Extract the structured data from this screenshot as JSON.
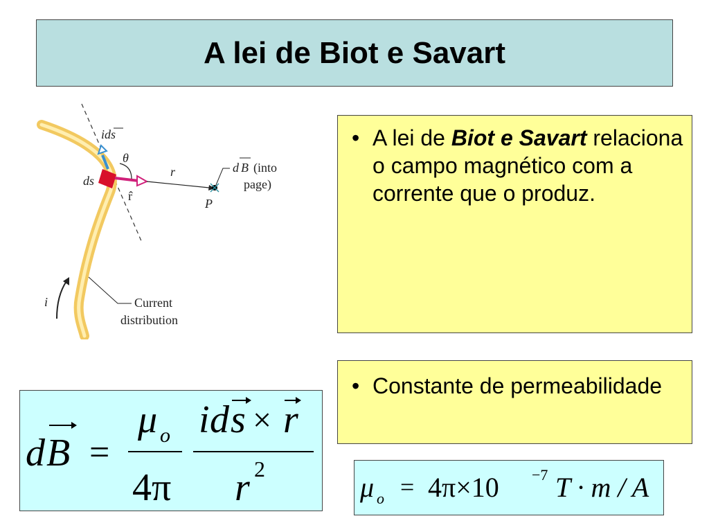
{
  "title": "A lei de Biot e Savart",
  "diagram": {
    "labels": {
      "ids": "ids",
      "theta": "θ",
      "ds": "ds",
      "r": "r",
      "rhat": "r̂",
      "dB_prefix": "d",
      "dB_B": "B",
      "into_page_1": "(into",
      "into_page_2": "page)",
      "P": "P",
      "i": "i",
      "current_1": "Current",
      "current_2": "distribution"
    }
  },
  "bullet1": {
    "bullet": "•",
    "text_before": "A lei de ",
    "emphasis": "Biot e Savart",
    "text_after": " relaciona o campo magnético com a corrente que o produz."
  },
  "bullet2": {
    "bullet": "•",
    "text": "Constante de permeabilidade"
  },
  "formula": {
    "lhs_d": "d",
    "lhs_B": "B",
    "equals": "=",
    "mu": "μ",
    "mu_sub": "o",
    "four_pi": "4π",
    "numerator_i": "i",
    "numerator_d": "d",
    "numerator_s": "s",
    "times": "×",
    "numerator_r": "r",
    "denominator_r": "r",
    "denominator_exp": "2"
  },
  "constant": {
    "mu": "μ",
    "mu_sub": "o",
    "equals": "=",
    "value": "4π×10",
    "exponent": "−7",
    "units": "T · m / A"
  }
}
